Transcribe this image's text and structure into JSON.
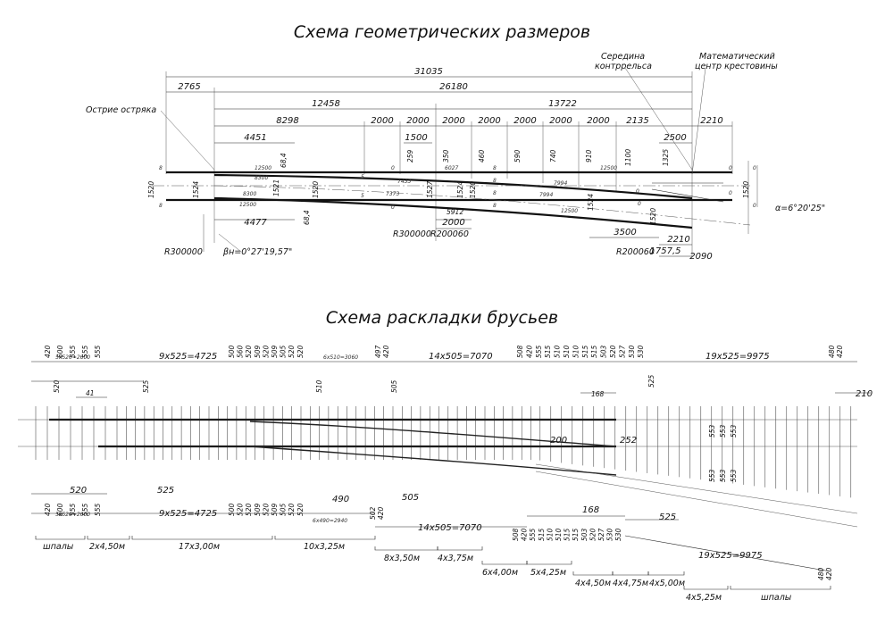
{
  "titles": {
    "geometry": "Схема геометрических размеров",
    "layout": "Схема раскладки брусьев"
  },
  "geometry": {
    "labels": {
      "point_tip": "Острие остряка",
      "guard_rail_middle_1": "Середина",
      "guard_rail_middle_2": "контррельса",
      "math_center_1": "Математический",
      "math_center_2": "центр крестовины",
      "alpha": "α=6°20'25\"",
      "beta": "βн=0°27'19,57\"",
      "r300000": "R300000",
      "r200060_a": "R200060",
      "r200060_b": "R200060"
    },
    "top_dims": [
      "31035",
      "2765",
      "26180",
      "12458",
      "13722",
      "8298",
      "2000",
      "2000",
      "2000",
      "2000",
      "2000",
      "2000",
      "2000",
      "2135",
      "2210",
      "4451",
      "1500",
      "2500"
    ],
    "vertical_dims": [
      "68,4",
      "259",
      "350",
      "460",
      "590",
      "740",
      "910",
      "1100",
      "1325",
      "1520",
      "1524",
      "1521",
      "1520",
      "1527",
      "1524",
      "1520",
      "1520",
      "1524",
      "1520",
      "68,4"
    ],
    "rail_dims": [
      "12500",
      "8300",
      "8300",
      "12500",
      "7433",
      "7373",
      "6027",
      "7994",
      "7994",
      "12500",
      "12500"
    ],
    "bottom_dims": [
      "4477",
      "2000",
      "5912",
      "3500",
      "2210",
      "1757,5",
      "2090"
    ],
    "joint_marks": [
      "8",
      "8",
      "5",
      "5",
      "0",
      "0",
      "0",
      "0",
      "0",
      "0",
      "8",
      "8",
      "8",
      "8",
      "0",
      "0"
    ]
  },
  "layout": {
    "top_groups": [
      "5x520=2600",
      "9x525=4725",
      "6x510=3060",
      "14x505=7070",
      "19x525=9975"
    ],
    "top_singles_left": [
      "420",
      "600",
      "555",
      "555",
      "555"
    ],
    "top_singles_mid": [
      "500",
      "560",
      "520",
      "509",
      "520",
      "509",
      "505",
      "520",
      "520"
    ],
    "top_singles_mid2": [
      "497",
      "420"
    ],
    "top_singles_right": [
      "508",
      "420",
      "555",
      "515",
      "510",
      "510",
      "510",
      "515",
      "515",
      "503",
      "520",
      "527",
      "530",
      "530"
    ],
    "top_singles_end": [
      "480",
      "420"
    ],
    "top_small": [
      "520",
      "41",
      "525",
      "510",
      "505",
      "168",
      "525",
      "210",
      "200",
      "252"
    ],
    "bottom_groups": [
      "5x520=2600",
      "9x525=4725",
      "6x490=2940",
      "14x505=7070",
      "19x525=9975"
    ],
    "bottom_singles_left": [
      "420",
      "600",
      "555",
      "555",
      "555"
    ],
    "bottom_singles_mid": [
      "500",
      "520",
      "520",
      "509",
      "520",
      "509",
      "505",
      "520",
      "520"
    ],
    "bottom_singles_mid2": [
      "502",
      "420"
    ],
    "bottom_singles_right": [
      "508",
      "420",
      "555",
      "515",
      "510",
      "510",
      "515",
      "515",
      "503",
      "520",
      "527",
      "530",
      "530"
    ],
    "bottom_singles_end": [
      "480",
      "420"
    ],
    "bottom_small": [
      "520",
      "525",
      "490",
      "505",
      "168",
      "525"
    ],
    "diag_dims": [
      "553",
      "553",
      "553",
      "553",
      "553",
      "553"
    ],
    "tie_groups": [
      "шпалы",
      "2x4,50м",
      "17x3,00м",
      "10x3,25м",
      "8x3,50м",
      "4x3,75м",
      "6x4,00м",
      "5x4,25м",
      "4x4,50м",
      "4x4,75м",
      "4x5,00м",
      "4x5,25м",
      "шпалы"
    ]
  }
}
